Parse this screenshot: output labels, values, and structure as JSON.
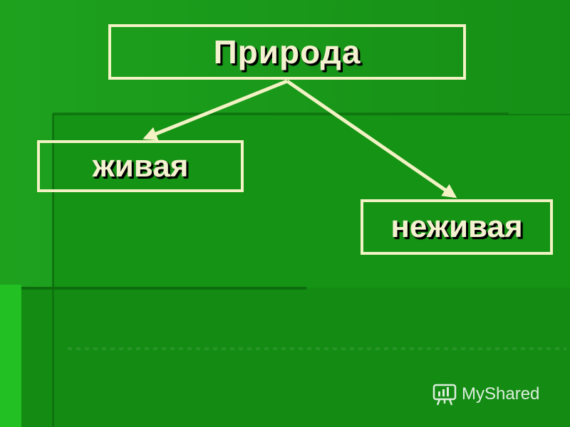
{
  "diagram": {
    "root": {
      "label": "Природа"
    },
    "children": [
      {
        "label": "живая"
      },
      {
        "label": "неживая"
      }
    ]
  },
  "watermark": {
    "text": "MyShared"
  },
  "colors": {
    "background": "#1a9a1a",
    "box_border": "#f2f2c4",
    "label": "#f3f1cf",
    "arrow": "#f2f2c4"
  }
}
